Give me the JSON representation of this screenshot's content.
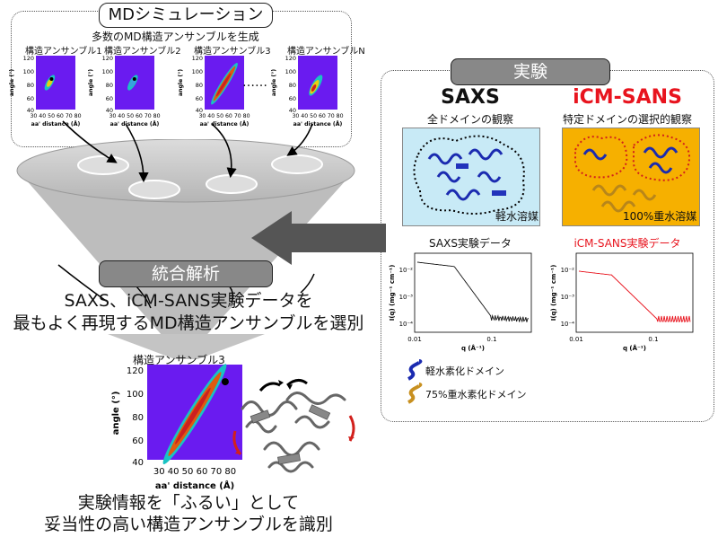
{
  "md": {
    "title": "MDシミュレーション",
    "subtitle": "多数のMD構造アンサンブルを生成",
    "ensembles": [
      "構造アンサンブル1",
      "構造アンサンブル2",
      "構造アンサンブル3",
      "構造アンサンブルN"
    ],
    "dots": "……",
    "axis_y": "angle (°)",
    "axis_x": "aa' distance (Å)",
    "y_ticks": [
      "120",
      "100",
      "80",
      "60",
      "40"
    ],
    "x_ticks": "30 40 50 60 70 80"
  },
  "integration": {
    "title": "統合解析",
    "line1": "SAXS、iCM-SANS実験データを",
    "line2": "最もよく再現するMD構造アンサンブルを選別",
    "selected": "構造アンサンブル3",
    "y_ticks": [
      "120",
      "100",
      "80",
      "60",
      "40"
    ],
    "x_ticks": "30 40 50 60 70 80",
    "axis_y": "angle (°)",
    "axis_x": "aa' distance (Å)",
    "bottom1": "実験情報を「ふるい」として",
    "bottom2": "妥当性の高い構造アンサンブルを識別"
  },
  "experiment": {
    "title": "実験",
    "saxs": {
      "name": "SAXS",
      "desc": "全ドメインの観察",
      "solvent": "軽水溶媒",
      "data_title": "SAXS実験データ",
      "color": "#111111"
    },
    "sans": {
      "name": "iCM-SANS",
      "desc": "特定ドメインの選択的観察",
      "solvent": "100%重水溶媒",
      "data_title": "iCM-SANS実験データ",
      "color": "#e8141e"
    },
    "plot_y_label": "I(q) (mg⁻¹ cm⁻¹)",
    "plot_x_label": "q (Å⁻¹)",
    "y_ticks": [
      "10⁻²",
      "10⁻³",
      "10⁻⁴"
    ],
    "x_ticks": [
      "0.01",
      "0.1"
    ],
    "legend": [
      "軽水素化ドメイン",
      "75%重水素化ドメイン"
    ]
  }
}
